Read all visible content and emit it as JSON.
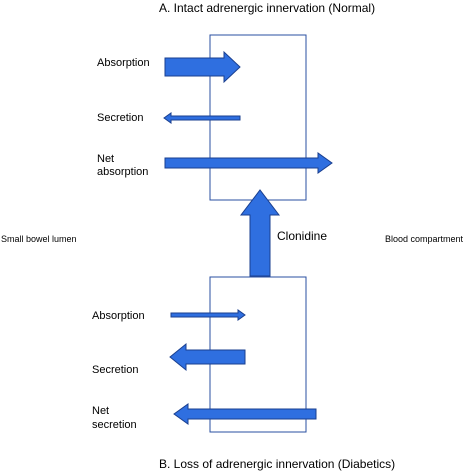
{
  "panel_a": {
    "title": "A. Intact adrenergic innervation (Normal)",
    "rows": {
      "absorption": "Absorption",
      "secretion": "Secretion",
      "net_line1": "Net",
      "net_line2": "absorption"
    }
  },
  "panel_b": {
    "title": "B. Loss of adrenergic innervation (Diabetics)",
    "rows": {
      "absorption": "Absorption",
      "secretion": "Secretion",
      "net_line1": "Net",
      "net_line2": "secretion"
    }
  },
  "left_side_label": "Small bowel lumen",
  "right_side_label": "Blood compartment",
  "treatment_label": "Clonidine",
  "colors": {
    "arrow_fill": "#2f6fe0",
    "arrow_stroke": "#1a3f8f",
    "box_stroke": "#2a4fa0"
  }
}
